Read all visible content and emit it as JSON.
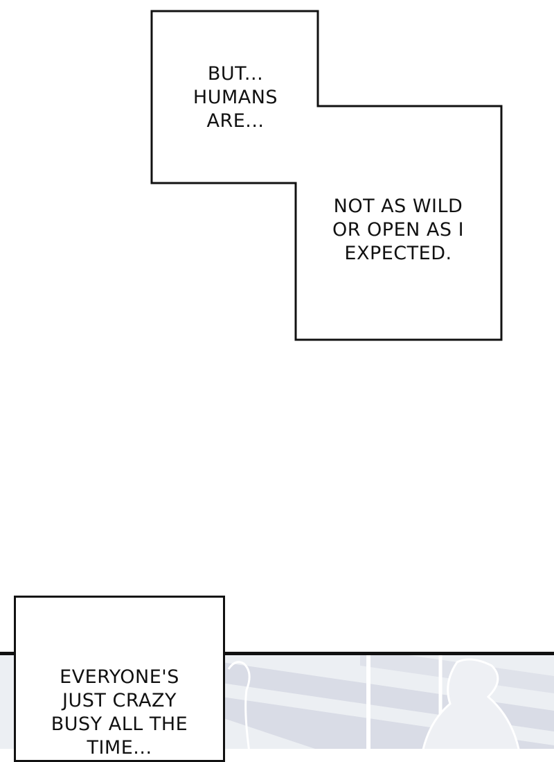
{
  "captions": [
    {
      "lines": [
        "BUT...",
        "HUMANS",
        "ARE..."
      ]
    },
    {
      "lines": [
        "NOT AS WILD",
        "OR OPEN AS I",
        "EXPECTED."
      ]
    },
    {
      "lines": [
        "EVERYONE'S",
        "JUST CRAZY",
        "BUSY ALL THE",
        "TIME..."
      ]
    }
  ],
  "colors": {
    "ink": "#111111",
    "paper": "#ffffff",
    "panel_tint": "#eceff3",
    "stripe": "#d6dae5"
  }
}
